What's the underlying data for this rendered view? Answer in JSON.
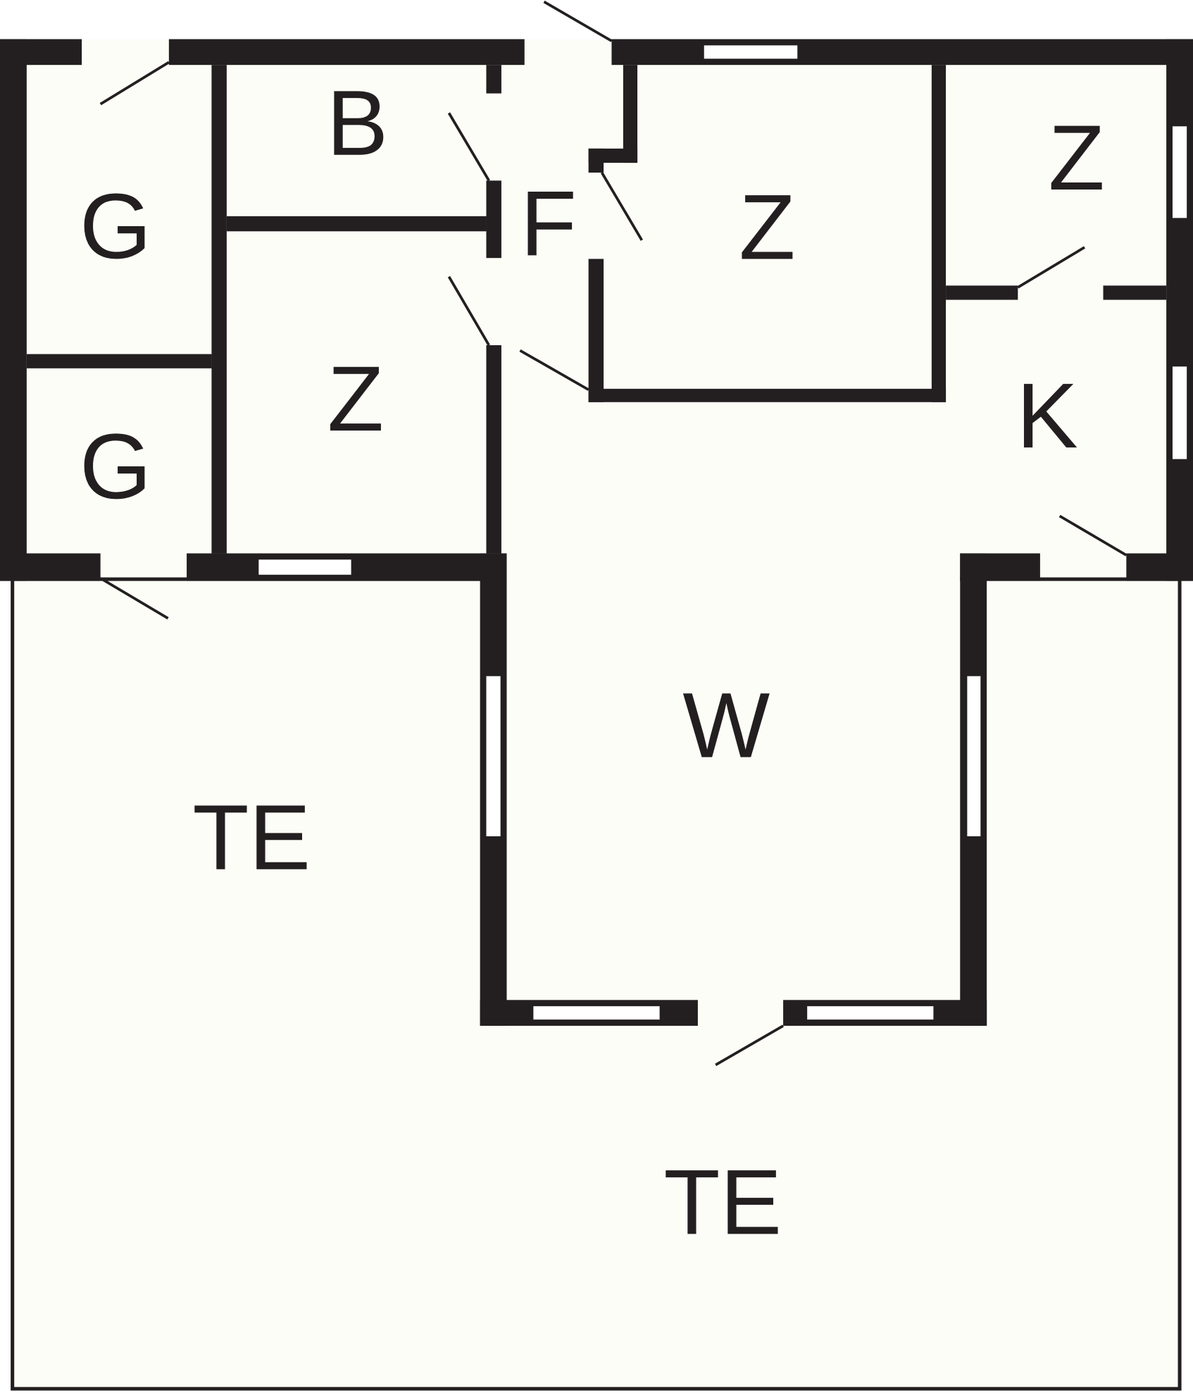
{
  "floorplan": {
    "rooms": [
      {
        "id": "storage-1",
        "label": "G"
      },
      {
        "id": "storage-2",
        "label": "G"
      },
      {
        "id": "bathroom",
        "label": "B"
      },
      {
        "id": "room-left",
        "label": "Z"
      },
      {
        "id": "hallway",
        "label": "F"
      },
      {
        "id": "room-center",
        "label": "Z"
      },
      {
        "id": "room-right",
        "label": "Z"
      },
      {
        "id": "kitchen",
        "label": "K"
      },
      {
        "id": "living",
        "label": "W"
      },
      {
        "id": "terrace-left",
        "label": "TE"
      },
      {
        "id": "terrace-bottom",
        "label": "TE"
      }
    ],
    "colors": {
      "wall": "#231f20",
      "floor": "#fdfdf7"
    }
  }
}
